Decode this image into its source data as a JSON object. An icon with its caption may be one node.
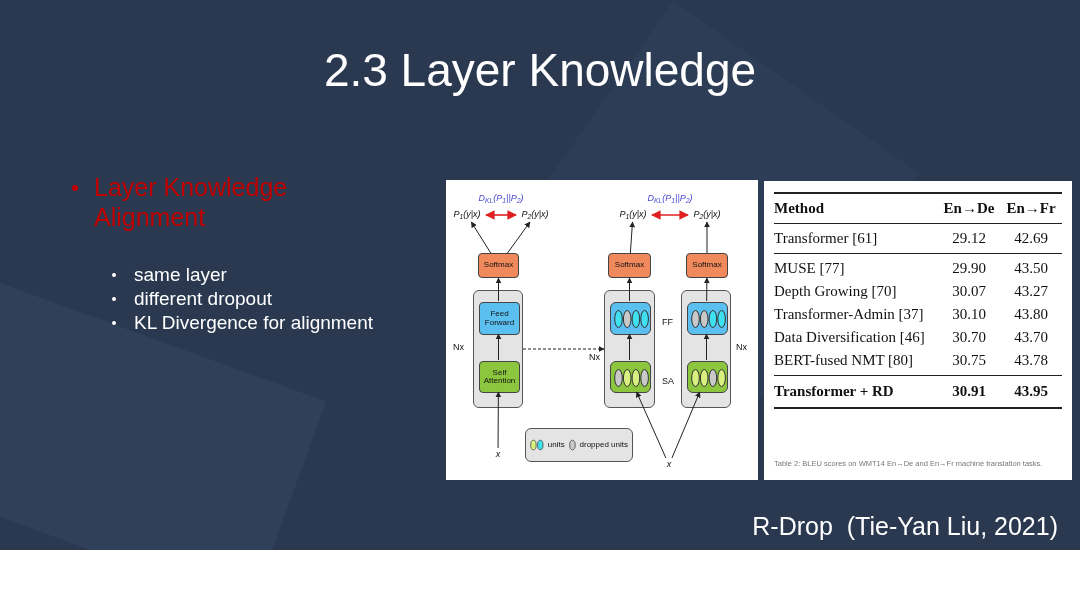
{
  "diagram": {
    "title": "2.3 Layer Knowledge",
    "nodes": [
      {
        "text": [],
        "shape": "box",
        "beside": [
          "Nx"
        ]
      },
      {
        "text": [
          "Feed Forward"
        ],
        "in": 0
      },
      {
        "text": [
          "Self Attention"
        ],
        "in": 0
      },
      {
        "text": [
          "Softmax"
        ]
      },
      {
        "text": [
          "P$_{1}$(y|x)"
        ]
      },
      {
        "text": [
          "P$_{2}$(y|x)"
        ]
      },
      {
        "text": [
          "x"
        ]
      },
      {
        "text": [],
        "shape": "box",
        "beside": [
          "Nx"
        ]
      },
      {
        "text": [],
        "shape": "box",
        "in": 7,
        "beside": [
          "FF"
        ]
      },
      {
        "text": [],
        "shape": "box",
        "in": 7,
        "beside": [
          "SA"
        ]
      },
      {
        "text": [
          "Softmax"
        ]
      },
      {
        "text": [],
        "shape": "box",
        "beside": [
          "Nx"
        ]
      },
      {
        "text": [],
        "shape": "box",
        "in": 11
      },
      {
        "text": [],
        "shape": "box",
        "in": 11
      },
      {
        "text": [
          "Softmax"
        ]
      },
      {
        "text": [
          "P$_{1}$(y|x)"
        ]
      },
      {
        "text": [
          "P$_{2}$(y|x)"
        ]
      },
      {
        "text": [
          "x"
        ]
      }
    ],
    "edges": [
      {
        "from": 6,
        "to": 2,
        "arrow": "to"
      },
      {
        "from": 2,
        "to": 1,
        "arrow": "to"
      },
      {
        "from": 1,
        "to": 3,
        "arrow": "to"
      },
      {
        "from": 3,
        "to": 4,
        "arrow": "to"
      },
      {
        "from": 3,
        "to": 5,
        "arrow": "to"
      },
      {
        "from": 4,
        "to": 5,
        "arrow": "both",
        "label": "D$_{KL}$(P$_{1}$||P$_{2}$)",
        "color": "#e02020"
      },
      {
        "from": 0,
        "to": 7,
        "arrow": "to",
        "style": "dashed"
      },
      {
        "from": 17,
        "to": 9,
        "arrow": "to"
      },
      {
        "from": 17,
        "to": 13,
        "arrow": "to"
      },
      {
        "from": 9,
        "to": 8,
        "arrow": "to"
      },
      {
        "from": 8,
        "to": 10,
        "arrow": "to"
      },
      {
        "from": 10,
        "to": 15,
        "arrow": "to"
      },
      {
        "from": 13,
        "to": 12,
        "arrow": "to"
      },
      {
        "from": 12,
        "to": 14,
        "arrow": "to"
      },
      {
        "from": 14,
        "to": 16,
        "arrow": "to"
      },
      {
        "from": 15,
        "to": 16,
        "arrow": "both",
        "label": "D$_{KL}$(P$_{1}$||P$_{2}$)",
        "color": "#e02020"
      }
    ],
    "labels": [
      "Layer Knowledge Alignment",
      "same layer",
      "different dropout",
      "KL Divergence for alignment",
      "Method",
      "En→De",
      "En→Fr",
      "Transformer [61]",
      "29.12",
      "42.69",
      "MUSE [77]",
      "29.90",
      "43.50",
      "Depth Growing [70]",
      "30.07",
      "43.27",
      "Transformer-Admin [37]",
      "30.10",
      "43.80",
      "Data Diversification [46]",
      "30.70",
      "43.70",
      "BERT-fused NMT [80]",
      "30.75",
      "43.78",
      "Transformer + RD",
      "30.91",
      "43.95",
      "Table 2: BLEU scores on WMT14 En→De and En→Fr machine translation tasks.",
      "R-Drop  (Tie-Yan Liu, 2021)"
    ],
    "legend": [
      {
        "text": "units"
      },
      {
        "text": "dropped units"
      }
    ]
  }
}
